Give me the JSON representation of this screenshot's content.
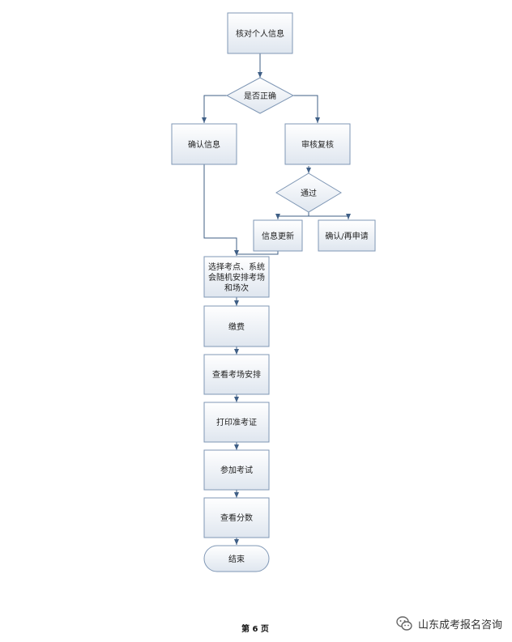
{
  "flowchart": {
    "nodes": {
      "verify_info": "核对个人信息",
      "is_correct": "是否正确",
      "confirm_info": "确认信息",
      "review": "审核复核",
      "pass": "通过",
      "info_update": "信息更新",
      "confirm_reapply": "确认/再申请",
      "select_site": [
        "选择考点、系统",
        "会随机安排考场",
        "和场次"
      ],
      "pay": "缴费",
      "view_arrangement": "查看考场安排",
      "print_ticket": "打印准考证",
      "take_exam": "参加考试",
      "view_score": "查看分数",
      "end": "结束"
    },
    "colors": {
      "fill_top": "#ffffff",
      "fill_bottom": "#dfe6ef",
      "border": "#7f97b5",
      "arrow": "#3f5f86"
    }
  },
  "footer": {
    "page_number": "第 6 页",
    "watermark": "山东成考报名咨询",
    "watermark_icon": "wechat-icon"
  }
}
